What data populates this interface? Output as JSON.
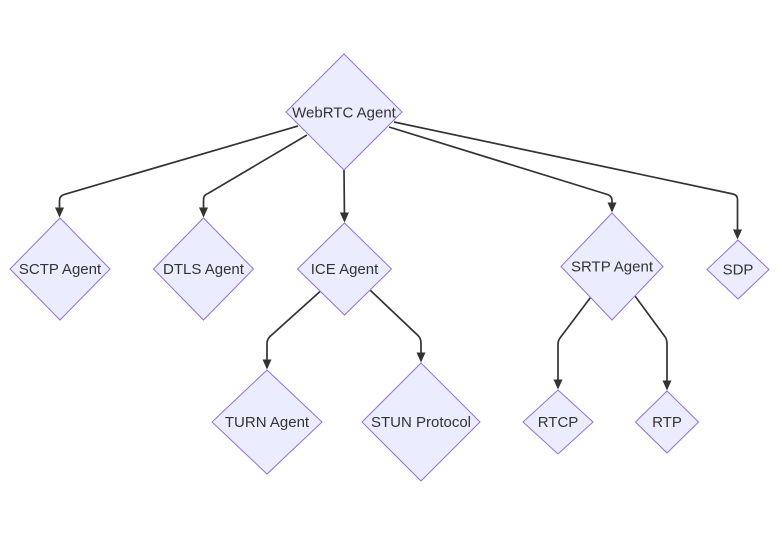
{
  "diagram": {
    "type": "flowchart",
    "direction": "top-down",
    "colors": {
      "node_fill": "#ECECFF",
      "node_border": "#9370DB",
      "edge_line": "#333333",
      "label_text": "#333333",
      "background": "#FFFFFF"
    },
    "nodes": {
      "webrtc": {
        "label": "WebRTC Agent",
        "shape": "diamond"
      },
      "sctp": {
        "label": "SCTP Agent",
        "shape": "diamond"
      },
      "dtls": {
        "label": "DTLS Agent",
        "shape": "diamond"
      },
      "ice": {
        "label": "ICE Agent",
        "shape": "diamond"
      },
      "srtp": {
        "label": "SRTP Agent",
        "shape": "diamond"
      },
      "sdp": {
        "label": "SDP",
        "shape": "diamond"
      },
      "turn": {
        "label": "TURN Agent",
        "shape": "diamond"
      },
      "stun": {
        "label": "STUN Protocol",
        "shape": "diamond"
      },
      "rtcp": {
        "label": "RTCP",
        "shape": "diamond"
      },
      "rtp": {
        "label": "RTP",
        "shape": "diamond"
      }
    },
    "edges": [
      {
        "from": "webrtc",
        "to": "sctp"
      },
      {
        "from": "webrtc",
        "to": "dtls"
      },
      {
        "from": "webrtc",
        "to": "ice"
      },
      {
        "from": "webrtc",
        "to": "srtp"
      },
      {
        "from": "webrtc",
        "to": "sdp"
      },
      {
        "from": "ice",
        "to": "turn"
      },
      {
        "from": "ice",
        "to": "stun"
      },
      {
        "from": "srtp",
        "to": "rtcp"
      },
      {
        "from": "srtp",
        "to": "rtp"
      }
    ]
  }
}
